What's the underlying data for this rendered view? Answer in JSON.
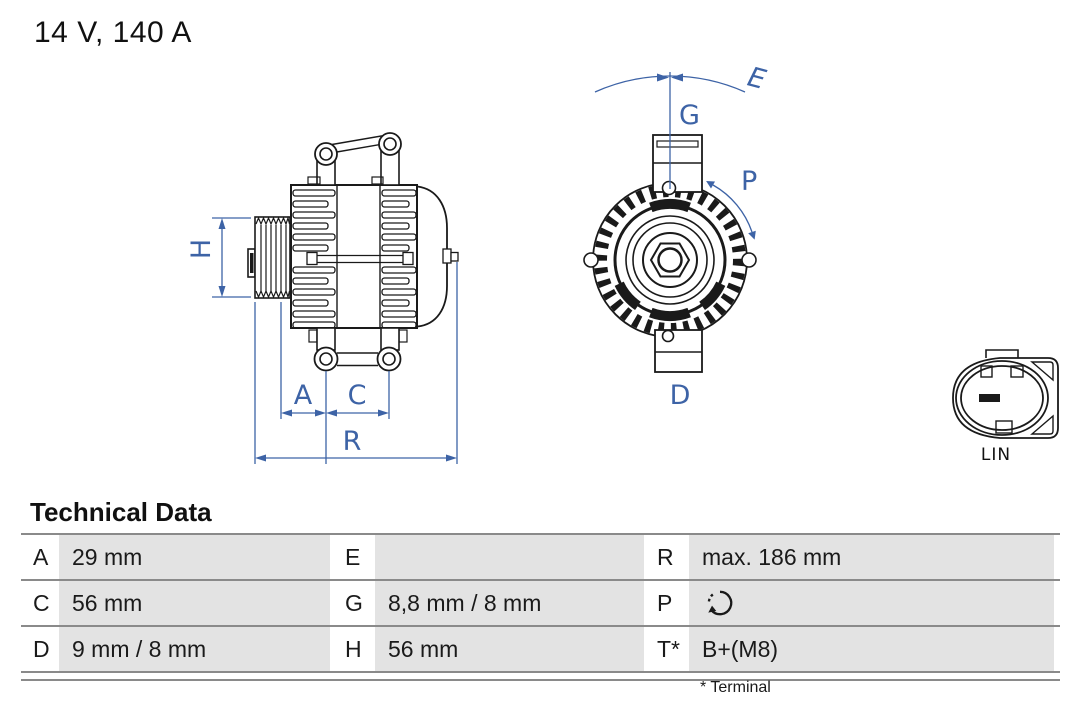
{
  "header": {
    "rating": "14 V, 140 A"
  },
  "diagram": {
    "dimension_labels": {
      "H": "H",
      "A": "A",
      "C": "C",
      "R": "R",
      "E": "E",
      "G": "G",
      "P": "P",
      "D": "D"
    },
    "connector_label": "LIN",
    "colors": {
      "dimension_blue": "#3d63a6",
      "line_black": "#1a1a1a"
    }
  },
  "technical_data": {
    "title": "Technical Data",
    "rows": [
      {
        "cells": [
          {
            "key": "A",
            "value": "29 mm"
          },
          {
            "key": "E",
            "value": ""
          },
          {
            "key": "R",
            "value": "max. 186 mm"
          }
        ]
      },
      {
        "cells": [
          {
            "key": "C",
            "value": "56 mm"
          },
          {
            "key": "G",
            "value": "8,8 mm / 8 mm"
          },
          {
            "key": "P",
            "value": "",
            "icon": "rotation-ccw-icon"
          }
        ]
      },
      {
        "cells": [
          {
            "key": "D",
            "value": "9 mm / 8 mm"
          },
          {
            "key": "H",
            "value": "56 mm"
          },
          {
            "key": "T*",
            "value": "B+(M8)"
          }
        ]
      }
    ],
    "footnote": "* Terminal",
    "colors": {
      "cell_gray": "#e3e3e3",
      "rule_gray": "#8a8a8a"
    }
  }
}
